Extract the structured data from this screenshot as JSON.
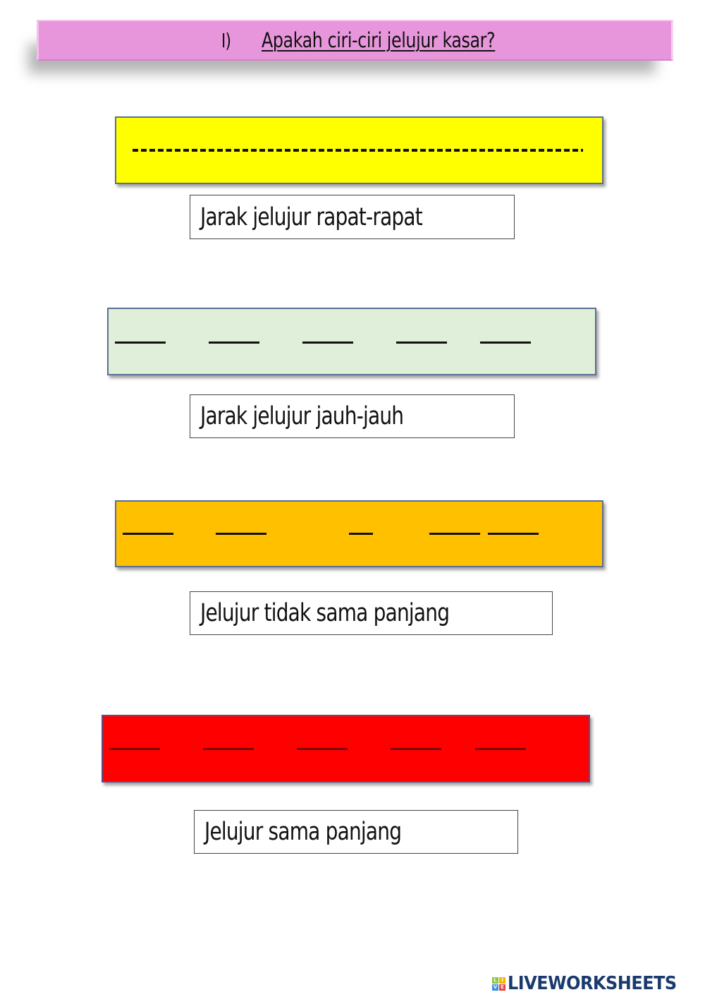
{
  "header": {
    "number": "I)",
    "question": "Apakah ciri-ciri jelujur kasar?",
    "color": "#e896dc"
  },
  "stitch_items": [
    {
      "box_color": "#ffff00",
      "dash_style": "short-dense",
      "label": "Jarak jelujur rapat-rapat"
    },
    {
      "box_color": "#e0efd9",
      "dash_style": "long-wide-spacing",
      "label": "Jarak jelujur jauh-jauh"
    },
    {
      "box_color": "#ffc000",
      "dash_style": "irregular-lengths",
      "label": "Jelujur tidak sama panjang"
    },
    {
      "box_color": "#ff0000",
      "dash_style": "equal-lengths",
      "label": "Jelujur sama panjang"
    }
  ],
  "footer": {
    "logo_tiles": [
      "L",
      "I",
      "V",
      "E"
    ],
    "logo_tile_colors": [
      "#8cc63f",
      "#f7b500",
      "#3d8fd6",
      "#e8453c"
    ],
    "logo_text": "LIVEWORKSHEETS"
  }
}
